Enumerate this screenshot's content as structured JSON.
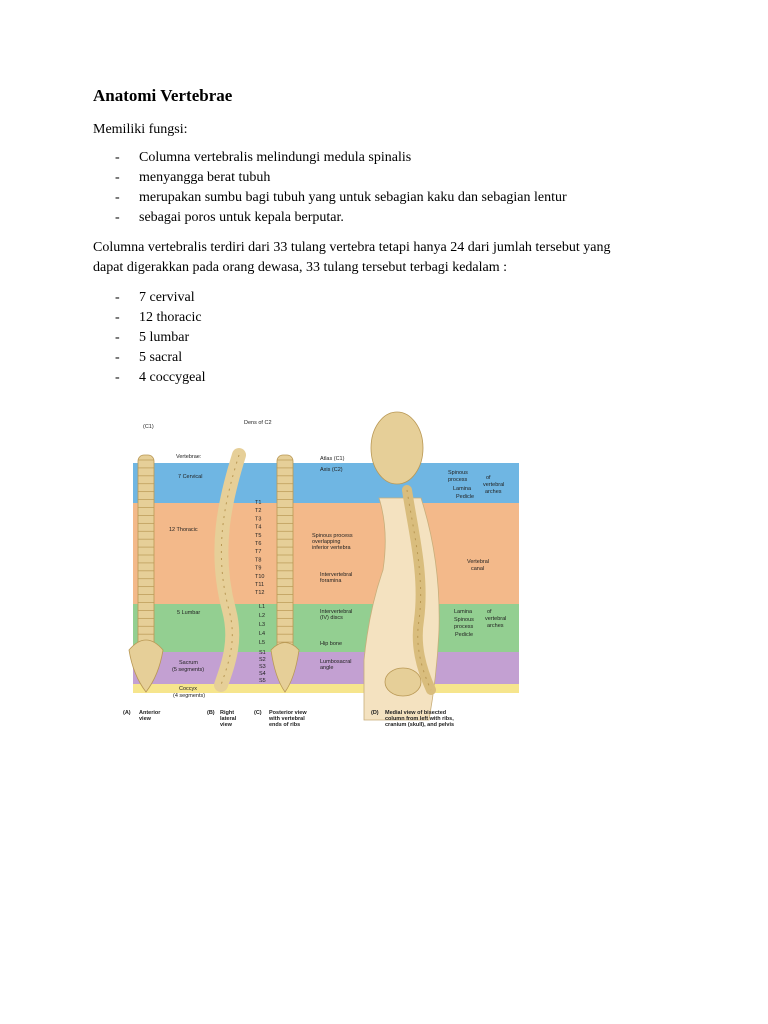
{
  "title": "Anatomi Vertebrae",
  "intro": "Memiliki fungsi:",
  "functions": [
    "Columna vertebralis melindungi medula spinalis",
    "menyangga berat tubuh",
    "merupakan sumbu bagi tubuh yang untuk sebagian kaku dan sebagian lentur",
    "sebagai poros untuk kepala berputar."
  ],
  "paragraph_line1": "Columna vertebralis terdiri dari 33 tulang vertebra tetapi hanya 24 dari jumlah tersebut yang",
  "paragraph_line2": "dapat digerakkan pada orang dewasa, 33 tulang tersebut terbagi kedalam :",
  "segments": [
    "7 cervival",
    "12 thoracic",
    "5 lumbar",
    "5 sacral",
    "4 coccygeal"
  ],
  "figure": {
    "labels": {
      "c1": "(C1)",
      "vertebrae": "Vertebrae:",
      "cervical": "7 Cervical",
      "thoracic": "12 Thoracic",
      "lumbar": "5 Lumbar",
      "sacrum": "Sacrum",
      "sacrum_seg": "(5 segments)",
      "coccyx": "Coccyx",
      "coccyx_seg": "(4 segments)",
      "dens": "Dens of C2",
      "atlas": "Atlas (C1)",
      "axis": "Axis (C2)",
      "t_levels": [
        "T1",
        "T2",
        "T3",
        "T4",
        "T5",
        "T6",
        "T7",
        "T8",
        "T9",
        "T10",
        "T11",
        "T12"
      ],
      "l_levels": [
        "L1",
        "L2",
        "L3",
        "L4",
        "L5"
      ],
      "s_levels": [
        "S1",
        "S2",
        "S3",
        "S4",
        "S5"
      ],
      "spinous_overlap_1": "Spinous process",
      "spinous_overlap_2": "overlapping",
      "spinous_overlap_3": "inferior vertebra",
      "iv_foramina_1": "Intervertebral",
      "iv_foramina_2": "foramina",
      "iv_discs_1": "Intervertebral",
      "iv_discs_2": "(IV) discs",
      "hip_bone": "Hip bone",
      "lumbosacral_1": "Lumbosacral",
      "lumbosacral_2": "angle",
      "spinous_1": "Spinous",
      "spinous_2": "process",
      "lamina": "Lamina",
      "pedicle": "Pedicle",
      "of_arches_1": "of",
      "of_arches_2": "vertebral",
      "of_arches_3": "arches",
      "vert_canal_1": "Vertebral",
      "vert_canal_2": "canal",
      "cap_a1": "(A)",
      "cap_a2": "Anterior",
      "cap_a3": "view",
      "cap_b1": "(B)",
      "cap_b2": "Right",
      "cap_b3": "lateral",
      "cap_b4": "view",
      "cap_c1": "(C)",
      "cap_c2": "Posterior view",
      "cap_c3": "with vertebral",
      "cap_c4": "ends of ribs",
      "cap_d1": "(D)",
      "cap_d2": "Medial view of bisected",
      "cap_d3": "column from left with ribs,",
      "cap_d4": "cranium (skull), and pelvis"
    },
    "colors": {
      "cervical_band": "#6fb6e3",
      "thoracic_band": "#f3b98a",
      "lumbar_band": "#93cf91",
      "sacral_band": "#c3a0d2",
      "coccyx_band": "#f6e58d",
      "bone": "#e6cf98",
      "bone_dark": "#b99854"
    }
  }
}
